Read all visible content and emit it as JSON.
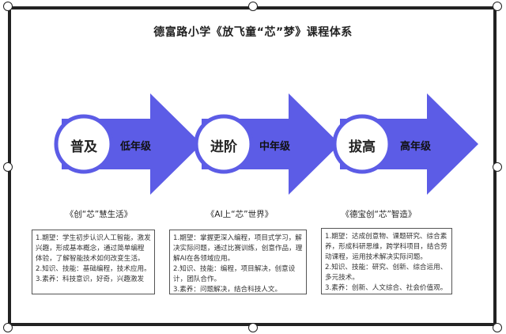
{
  "title": "德富路小学《放飞童“芯”梦》课程体系",
  "colors": {
    "arrow": "#5c5ce6",
    "circle_border": "#5c5ce6",
    "frame": "#222222"
  },
  "stages": [
    {
      "circle": "普及",
      "grade": "低年级",
      "course": "《创“芯”慧生活》",
      "lines": [
        "1.期望：学生初步认识人工智能，激发兴趣，形成基本概念，通过简单编程体验，了解智能技术如何改变生活。",
        "2.知识、技能：基础编程，技术应用。",
        "3.素养：科技意识，好奇，兴趣激发"
      ]
    },
    {
      "circle": "进阶",
      "grade": "中年级",
      "course": "《AI上“芯”世界》",
      "lines": [
        "1.期望：掌握更深入编程，项目式学习，解决实际问题，通过比赛训练，创意作品，理解AI在各领域应用。",
        "2.知识、技能：编程，项目解决，创意设计，团队合作。",
        "3.素养：问题解决，结合科技人文。"
      ]
    },
    {
      "circle": "拔高",
      "grade": "高年级",
      "course": "《德宝创“芯”智造》",
      "lines": [
        "1.期望：达成创意物、课题研究、综合素养，形成科研思维，跨学科项目，结合劳动课程，运用技术解决实际问题。",
        "2.知识、技能：研究、创新、综合运用、多元技术。",
        "3.素养：创新、人文综合、社会价值观。"
      ]
    }
  ]
}
